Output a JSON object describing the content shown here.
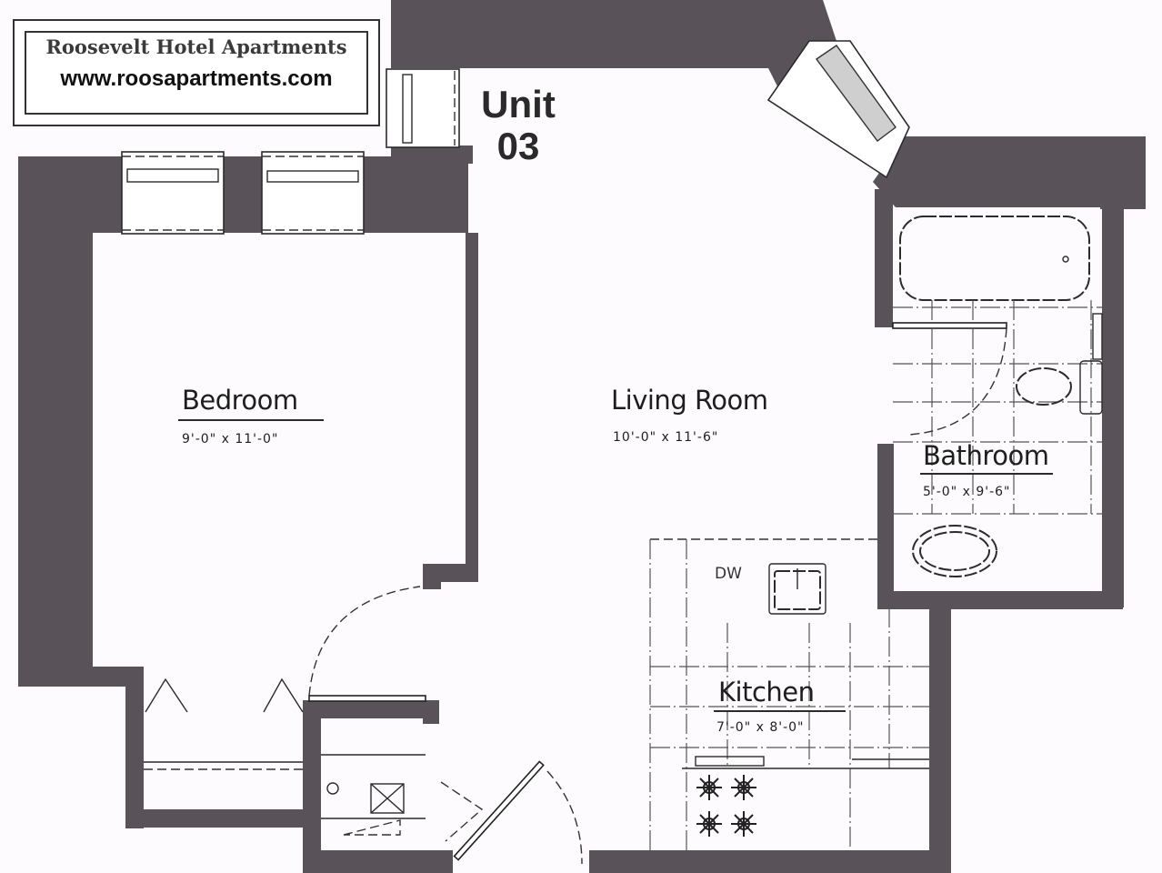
{
  "brand": {
    "title": "Roosevelt Hotel Apartments",
    "url": "www.roosapartments.com"
  },
  "unit": {
    "line1": "Unit",
    "line2": "03"
  },
  "rooms": {
    "bedroom": {
      "name": "Bedroom",
      "dimensions": "9'-0\" x 11'-0\""
    },
    "living_room": {
      "name": "Living Room",
      "dimensions": "10'-0\" x 11'-6\""
    },
    "bathroom": {
      "name": "Bathroom",
      "dimensions": "5'-0\" x 9'-6\""
    },
    "kitchen": {
      "name": "Kitchen",
      "dimensions": "7'-0\" x 8'-0\""
    }
  },
  "fixtures": {
    "dishwasher": "DW"
  },
  "colors": {
    "wall": "#5a5259",
    "line": "#2b2b2b",
    "background": "#fdfbfd"
  }
}
